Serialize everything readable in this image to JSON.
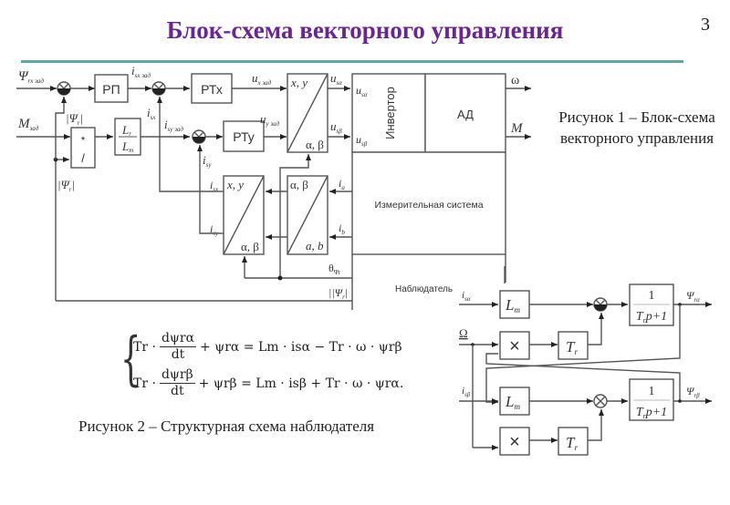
{
  "header": {
    "title": "Блок-схема векторного управления",
    "page_number": "3",
    "accent_color": "#6b2590",
    "rule_color": "#5fa6a8"
  },
  "figure1": {
    "caption": "Рисунок 1 – Блок-схема векторного управления",
    "blocks": {
      "rp": "РП",
      "rtx": "РТх",
      "rty": "РТу",
      "multdiv_top": "*",
      "multdiv_bottom": "/",
      "lr_num": "L",
      "lr_num_sub": "r",
      "lr_den": "L",
      "lr_den_sub": "m",
      "inverter": "Инвертор",
      "motor": "АД",
      "measure": "Измерительная система",
      "observer": "Наблюдатель",
      "xy_ab_top": "x, y",
      "xy_ab_bottom": "α, β",
      "xy_ab2_top": "x, y",
      "xy_ab2_bottom": "α, β",
      "ab_abc_top": "α, β",
      "ab_abc_bottom": "a, b"
    },
    "signals": {
      "psi_ref": "Ψ",
      "psi_ref_sub": "rx зад",
      "m_ref": "M",
      "m_ref_sub": "зад",
      "abs_psi1": "|Ψ",
      "abs_psi1_sub": "r",
      "abs_psi2": "|Ψ",
      "abs_psi2_sub": "r",
      "abs_psi3": "|Ψ",
      "abs_psi3_sub": "r",
      "isx_ref": "i",
      "isx_ref_sub": "sx зад",
      "isx": "i",
      "isx_sub": "sx",
      "isy_ref": "i",
      "isy_ref_sub": "sy зад",
      "isy": "i",
      "isy_sub": "sy",
      "ux_ref": "u",
      "ux_ref_sub": "x зад",
      "uy_ref": "u",
      "uy_ref_sub": "y зад",
      "usa_out": "u",
      "usa_out_sub": "sα",
      "usb_out": "u",
      "usb_out_sub": "sβ",
      "usa_in": "u",
      "usa_in_sub": "sα",
      "usb_in": "u",
      "usb_in_sub": "sβ",
      "omega": "ω",
      "torque": "M",
      "isx_fb": "i",
      "isx_fb_sub": "sx",
      "isy_fb": "i",
      "isy_fb_sub": "sy",
      "ia": "i",
      "ia_sub": "a",
      "ib": "i",
      "ib_sub": "b",
      "theta": "θ",
      "theta_sub": "Ψr"
    }
  },
  "figure2": {
    "caption": "Рисунок 2 – Структурная схема наблюдателя",
    "signals": {
      "isa": "i",
      "isa_sub": "sα",
      "isb": "i",
      "isb_sub": "sβ",
      "Omega": "Ω",
      "psi_ra": "Ψ",
      "psi_ra_sub": "rα",
      "psi_rb": "Ψ",
      "psi_rb_sub": "rβ"
    },
    "blocks": {
      "lm": "L",
      "lm_sub": "m",
      "mult": "×",
      "tr": "T",
      "tr_sub": "r",
      "tf_num": "1",
      "tf_den": "T",
      "tf_den_sub": "r",
      "tf_den_rest": "p+1"
    }
  },
  "equations": {
    "row1": {
      "lhs_coef": "Tr ·",
      "frac_num": "dψrα",
      "frac_den": "dt",
      "lhs_plus": "+ ψrα =",
      "rhs": "Lm · isα − Tr · ω · ψrβ"
    },
    "row2": {
      "lhs_coef": "Tr ·",
      "frac_num": "dψrβ",
      "frac_den": "dt",
      "lhs_plus": "+ ψrβ =",
      "rhs": "Lm · isβ + Tr · ω · ψrα."
    }
  }
}
